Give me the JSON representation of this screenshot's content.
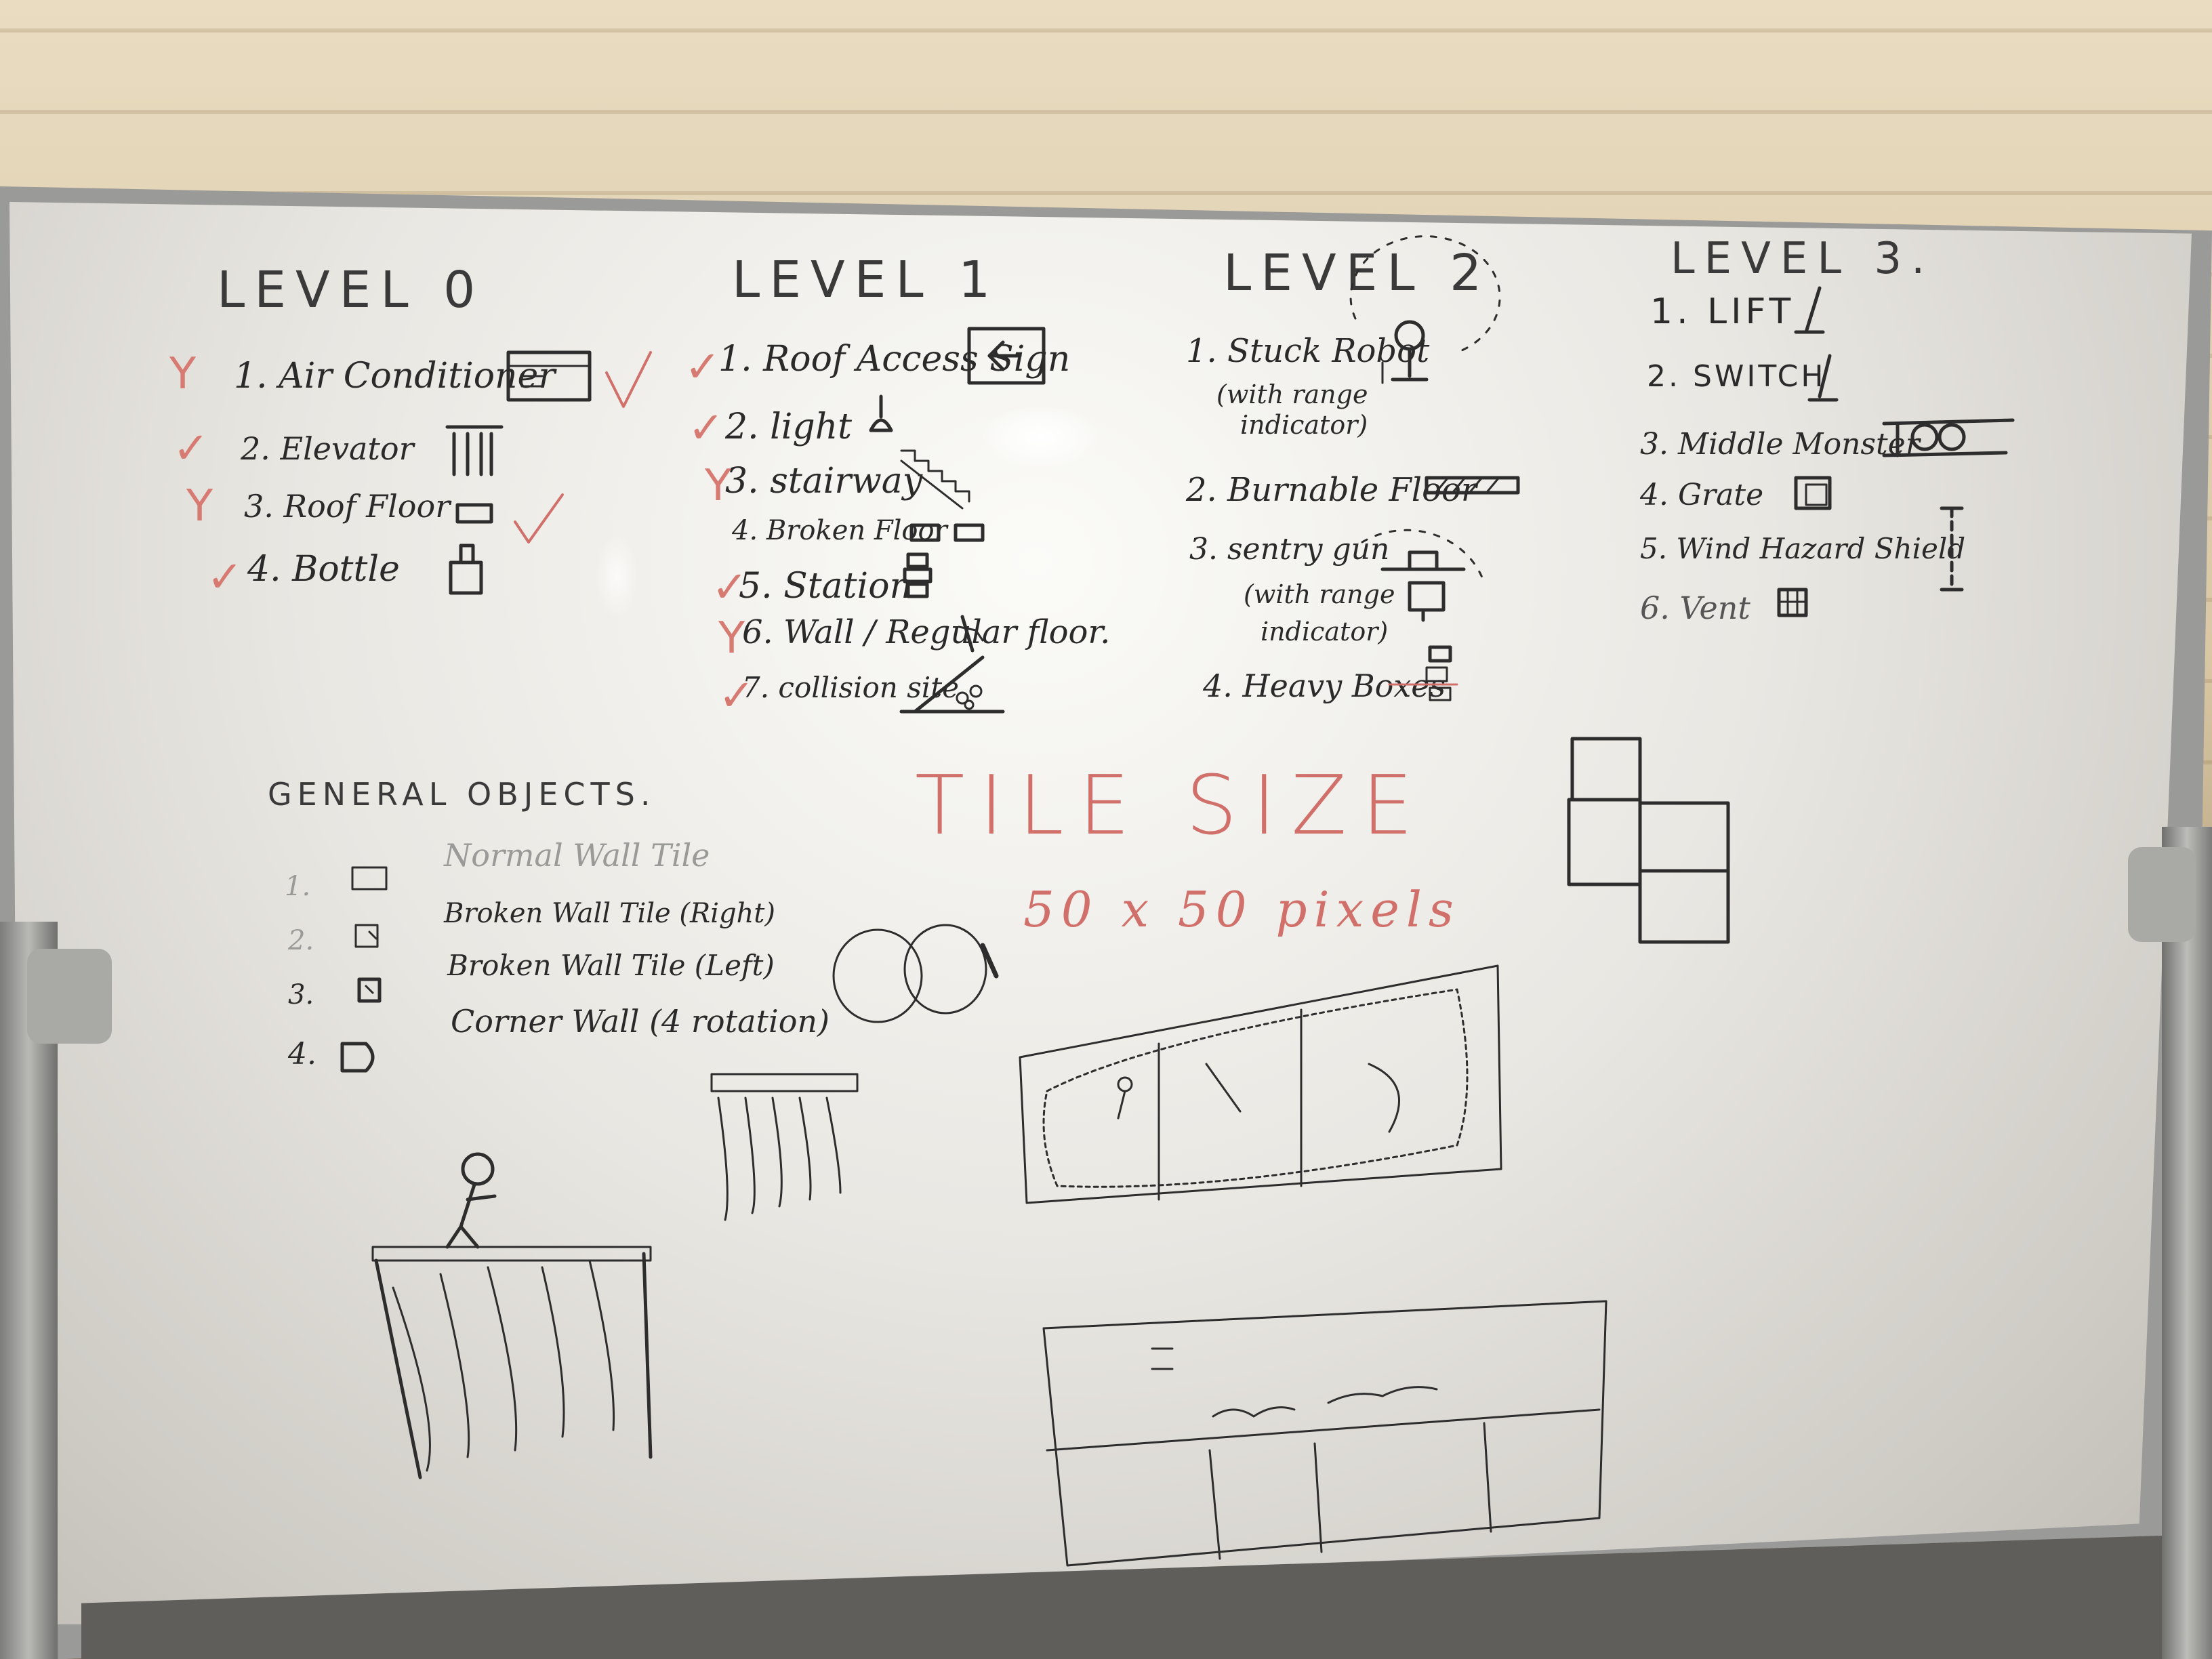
{
  "level0": {
    "heading": "LEVEL 0",
    "items": [
      "1. Air Conditioner",
      "2. Elevator",
      "3. Roof Floor",
      "4. Bottle"
    ]
  },
  "level1": {
    "heading": "LEVEL 1",
    "items": [
      "1. Roof Access Sign",
      "2. light",
      "3. stairway",
      "4. Broken Floor",
      "5. Station",
      "6. Wall / Regular floor.",
      "7. collision site"
    ]
  },
  "level2": {
    "heading": "LEVEL 2",
    "items": [
      "1. Stuck Robot",
      "(with range",
      "indicator)",
      "2. Burnable Floor",
      "3. sentry gun",
      "(with range",
      "indicator)",
      "4. Heavy Boxes"
    ]
  },
  "level3": {
    "heading": "LEVEL 3.",
    "items": [
      "1. LIFT",
      "2. SWITCH",
      "3. Middle Monster",
      "4. Grate",
      "5. Wind Hazard Shield",
      "6. Vent"
    ]
  },
  "general": {
    "heading": "GENERAL OBJECTS.",
    "items": [
      {
        "num": "1.",
        "label": "Normal Wall Tile"
      },
      {
        "num": "2.",
        "label": "Broken Wall Tile (Right)"
      },
      {
        "num": "3.",
        "label": "Broken Wall Tile (Left)"
      },
      {
        "num": "4.",
        "label": "Corner Wall (4 rotation)"
      }
    ]
  },
  "tile": {
    "title": "TILE SIZE",
    "size": "50 x 50 pixels"
  },
  "marks": {
    "check": "✓",
    "y": "Y"
  },
  "colors": {
    "ink": "#2a2a2a",
    "red_marker": "#d1706a",
    "board": "#f4f3ef",
    "wall": "#e6d8bc"
  }
}
